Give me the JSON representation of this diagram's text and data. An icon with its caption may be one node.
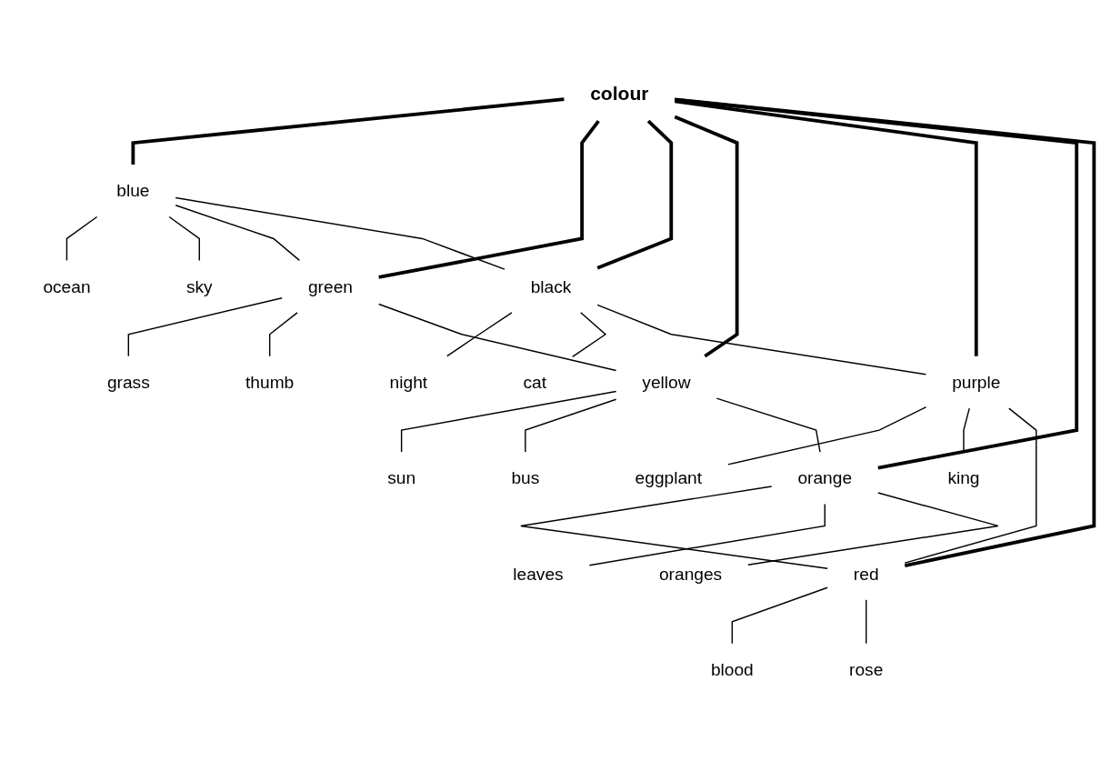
{
  "diagram": {
    "nodes": [
      {
        "text": [
          "sky"
        ]
      },
      {
        "text": [
          "grass"
        ]
      },
      {
        "text": [
          "ocean"
        ]
      },
      {
        "text": [
          "night"
        ]
      },
      {
        "text": [
          "thumb"
        ]
      },
      {
        "text": [
          "blue"
        ]
      },
      {
        "text": [
          "cat"
        ]
      },
      {
        "text": [
          "green"
        ]
      },
      {
        "text": [
          "black"
        ]
      },
      {
        "text": [
          "sun"
        ]
      },
      {
        "text": [
          "eggplant"
        ]
      },
      {
        "text": [
          "yellow"
        ]
      },
      {
        "text": [
          "colour"
        ]
      },
      {
        "text": [
          "purple"
        ]
      },
      {
        "text": [
          "bus"
        ]
      },
      {
        "text": [
          "orange"
        ]
      },
      {
        "text": [
          "red"
        ]
      },
      {
        "text": [
          "king"
        ]
      },
      {
        "text": [
          "leaves"
        ]
      },
      {
        "text": [
          "blood"
        ]
      },
      {
        "text": [
          "oranges"
        ]
      },
      {
        "text": [
          "rose"
        ]
      }
    ],
    "edges": [
      {
        "from": 12,
        "to": 5,
        "arrow": "none",
        "style": "thick"
      },
      {
        "from": 12,
        "to": 7,
        "arrow": "none",
        "style": "thick"
      },
      {
        "from": 12,
        "to": 8,
        "arrow": "none",
        "style": "thick"
      },
      {
        "from": 12,
        "to": 11,
        "arrow": "none",
        "style": "thick"
      },
      {
        "from": 12,
        "to": 13,
        "arrow": "none",
        "style": "thick"
      },
      {
        "from": 12,
        "to": 15,
        "arrow": "none",
        "style": "thick"
      },
      {
        "from": 12,
        "to": 16,
        "arrow": "none",
        "style": "thick"
      },
      {
        "from": 5,
        "to": 2,
        "arrow": "none"
      },
      {
        "from": 5,
        "to": 0,
        "arrow": "none"
      },
      {
        "from": 5,
        "to": 7,
        "arrow": "none"
      },
      {
        "from": 5,
        "to": 8,
        "arrow": "none"
      },
      {
        "from": 7,
        "to": 1,
        "arrow": "none"
      },
      {
        "from": 7,
        "to": 4,
        "arrow": "none"
      },
      {
        "from": 7,
        "to": 11,
        "arrow": "none"
      },
      {
        "from": 8,
        "to": 3,
        "arrow": "none"
      },
      {
        "from": 8,
        "to": 6,
        "arrow": "none"
      },
      {
        "from": 8,
        "to": 13,
        "arrow": "none"
      },
      {
        "from": 11,
        "to": 9,
        "arrow": "none"
      },
      {
        "from": 11,
        "to": 14,
        "arrow": "none"
      },
      {
        "from": 11,
        "to": 15,
        "arrow": "none"
      },
      {
        "from": 13,
        "to": 10,
        "arrow": "none"
      },
      {
        "from": 13,
        "to": 17,
        "arrow": "none"
      },
      {
        "from": 13,
        "to": 16,
        "arrow": "none"
      },
      {
        "from": 15,
        "to": 16,
        "arrow": "none"
      },
      {
        "from": 15,
        "to": 18,
        "arrow": "none"
      },
      {
        "from": 15,
        "to": 20,
        "arrow": "none"
      },
      {
        "from": 16,
        "to": 19,
        "arrow": "none"
      },
      {
        "from": 16,
        "to": 21,
        "arrow": "none"
      }
    ]
  }
}
